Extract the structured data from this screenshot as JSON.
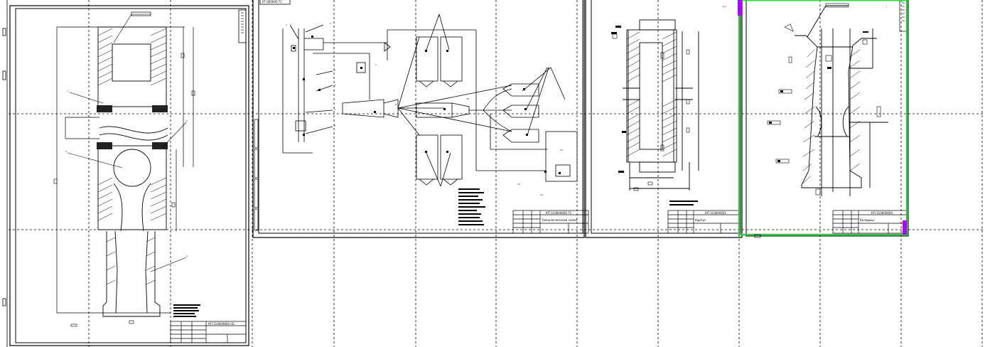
{
  "viewer": {
    "background": "#ffffff",
    "grid_line_color": "#000000",
    "selection_color": "#2ecc40",
    "selection_handle_color": "#b200ff"
  },
  "sheets": [
    {
      "id": "sheet-1",
      "stamp": "КП 110000000 СБ",
      "leader_numbers": [
        "1",
        "2",
        "3",
        "4"
      ]
    },
    {
      "id": "sheet-2",
      "corner_stamp": "ЕТ 000000 ТС",
      "stamp": "КП 110000000 ТС",
      "title_block_caption": "Технологическая схема",
      "leader_numbers": [
        "1",
        "2",
        "3",
        "4",
        "5",
        "6",
        "7",
        "8",
        "9",
        "10",
        "11",
        "12",
        "13",
        "14"
      ]
    },
    {
      "id": "sheet-3",
      "stamp": "КП 110000001",
      "title_block_caption": "Корпус",
      "roughness": "√(√)"
    },
    {
      "id": "sheet-4",
      "stamp": "КП 110000004",
      "title_block_caption": "Вкладыш",
      "roughness": "√",
      "selected": true
    }
  ]
}
